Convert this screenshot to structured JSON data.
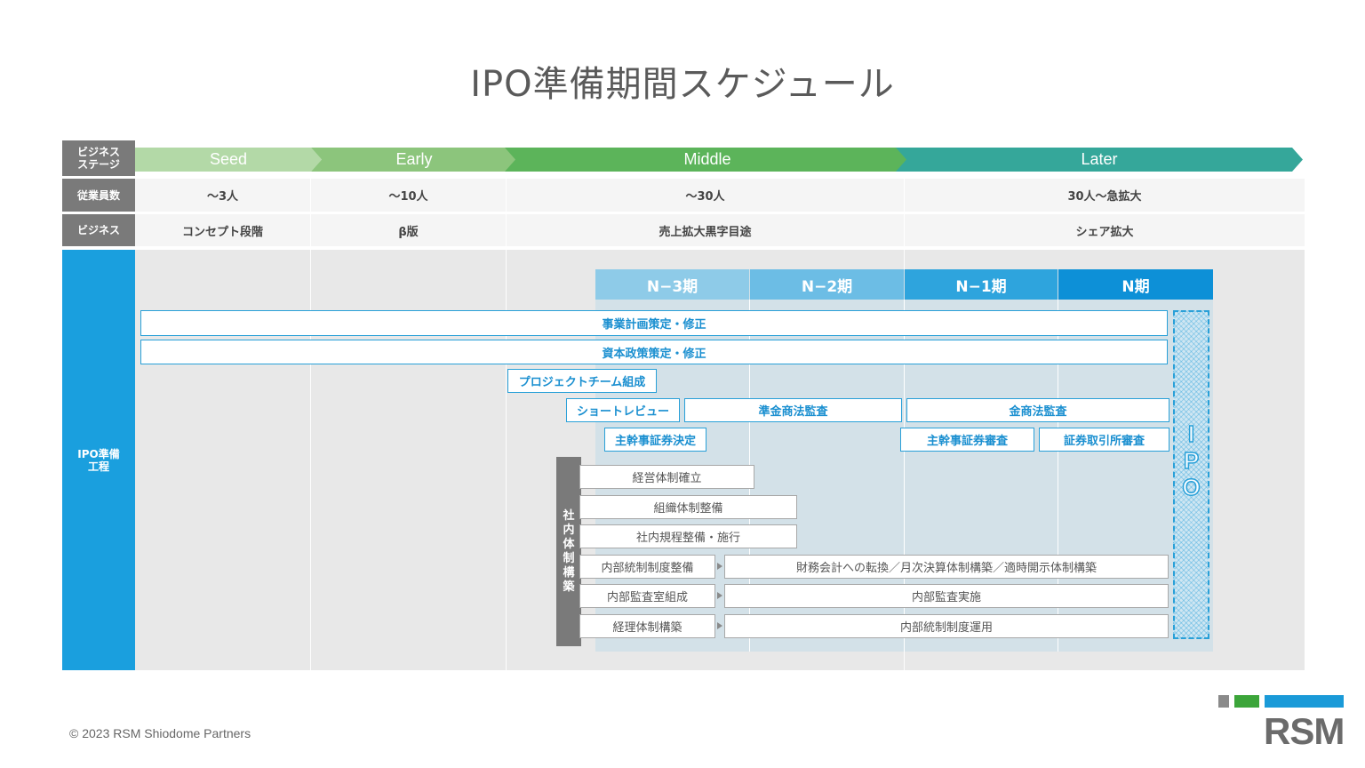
{
  "title": "IPO準備期間スケジュール",
  "row_labels": {
    "stage": "ビジネス\nステージ",
    "employees": "従業員数",
    "business": "ビジネス",
    "ipo_process": "IPO準備\n工程"
  },
  "stages": [
    {
      "label": "Seed",
      "color": "#b3d9a7"
    },
    {
      "label": "Early",
      "color": "#8cc57c"
    },
    {
      "label": "Middle",
      "color": "#5cb45a"
    },
    {
      "label": "Later",
      "color": "#35a79a"
    }
  ],
  "employees": [
    "～3人",
    "～10人",
    "～30人",
    "30人～急拡大"
  ],
  "business": [
    "コンセプト段階",
    "β版",
    "売上拡大黒字目途",
    "シェア拡大"
  ],
  "periods": [
    {
      "label": "N−3期",
      "color": "#8ecbe8"
    },
    {
      "label": "N−2期",
      "color": "#6cbde5"
    },
    {
      "label": "N−1期",
      "color": "#2ea4dd"
    },
    {
      "label": "N期",
      "color": "#0d90d7"
    }
  ],
  "process_bars": {
    "business_plan": "事業計画策定・修正",
    "capital_policy": "資本政策策定・修正",
    "project_team": "プロジェクトチーム組成",
    "short_review": "ショートレビュー",
    "pre_audit": "準金商法監査",
    "audit": "金商法監査",
    "lead_underwriter": "主幹事証券決定",
    "underwriter_review": "主幹事証券審査",
    "exchange_review": "証券取引所審査"
  },
  "internal_label": "社\n内\n体\n制\n構\n築",
  "internal_bars": {
    "mgmt": "経営体制確立",
    "org": "組織体制整備",
    "rules": "社内規程整備・施行",
    "ic_setup": "内部統制制度整備",
    "ic_next": "財務会計への転換／月次決算体制構築／適時開示体制構築",
    "ia_setup": "内部監査室組成",
    "ia_next": "内部監査実施",
    "acc_setup": "経理体制構築",
    "acc_next": "内部統制制度運用"
  },
  "ipo_label": [
    "I",
    "P",
    "O"
  ],
  "footer": "© 2023 RSM Shiodome Partners",
  "logo": {
    "text": "RSM",
    "square_colors": [
      "#8a8a8a",
      "#3ca53a",
      "#1a9ad8"
    ]
  }
}
